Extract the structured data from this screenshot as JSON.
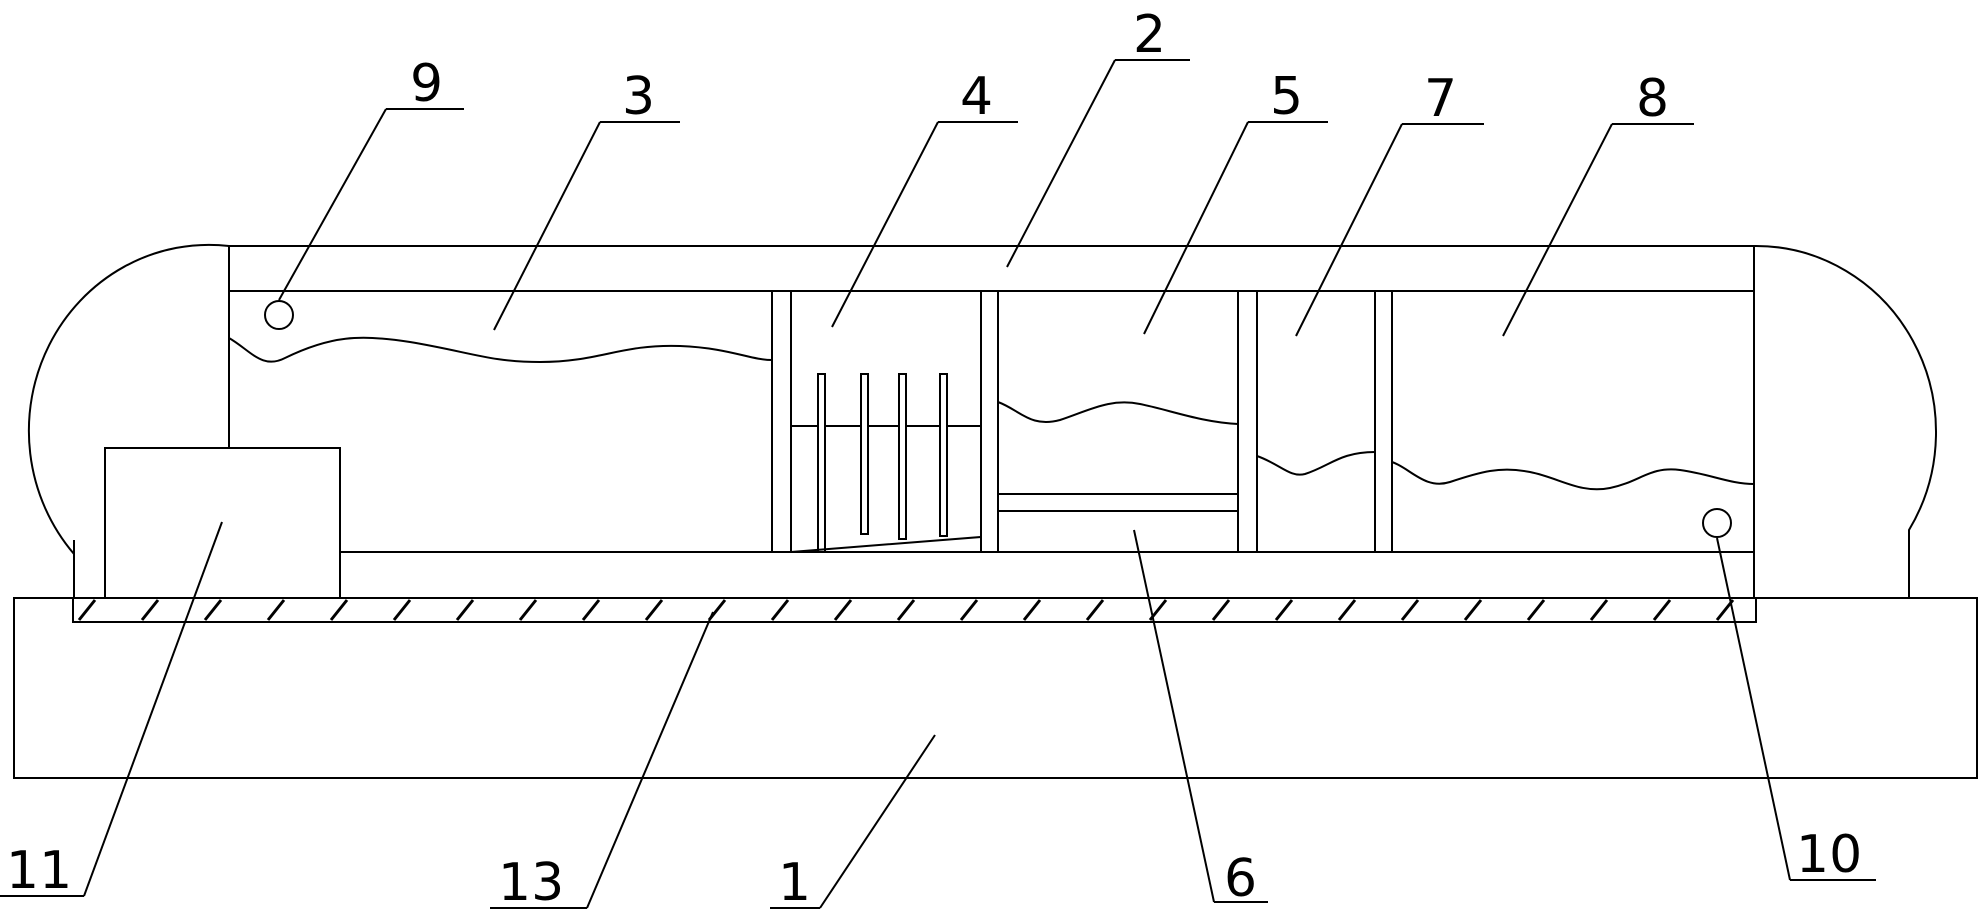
{
  "diagram": {
    "labels": {
      "l1": "1",
      "l2": "2",
      "l3": "3",
      "l4": "4",
      "l5": "5",
      "l6": "6",
      "l7": "7",
      "l8": "8",
      "l9": "9",
      "l10": "10",
      "l11": "11",
      "l13": "13"
    }
  }
}
